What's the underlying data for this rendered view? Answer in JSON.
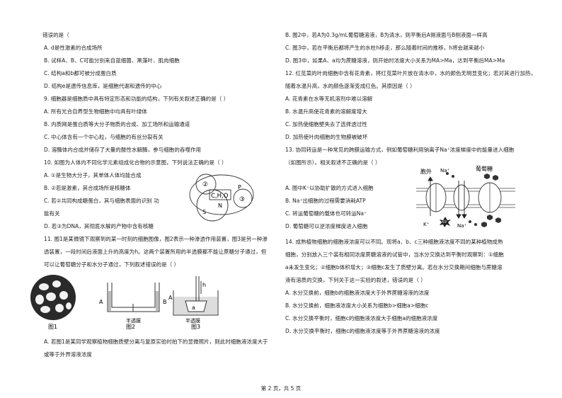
{
  "left": {
    "l01": "错误的是（",
    "l02": "A. d是性激素的合成场所",
    "l03": "B. 试样A、B、C可能分别来自蓝细菌、黑藻叶、肌肉细胞",
    "l04": "C. 结构a和b都可被分成蛋白质",
    "l05": "D. 结构e是遗传信息库，是细胞代谢和遗传的中心",
    "l06": "9. 细胞器是细胞质中具有特定形态和功能的结构，下列有关叙述正确的是（     ）",
    "l07": "A. 所有光合自养型生物细胞中均具有叶绿体",
    "l08": "B. 内质网是蛋白质等大分子物质的合成、加工场所和运输通道",
    "l09": "C. 中心体含有一个中心粒，与细胞的有丝分裂有关",
    "l10": "D. 溶酶体内合成并储存了大量的酸性水解酶，参与细胞的吞噬作用",
    "l11": "10. 如图为人体内不同化学元素组成化合物的示意图，下列说法正确的是（     ）",
    "l12": "A. ①是生物大分子，其单体人体均能合成",
    "l13": "B. ②若是激素，其合成场所是核糖体",
    "l14": "C. 若②共同构成糖蛋白，其与细胞表面的识别   功",
    "l15": "能有关",
    "l16": "D. 若③为DNA，其彻底水解的产物中含有核糖",
    "l17": "11. 图1是某微镜下观察到的某一时刻的细胞图像，图2表示一种渗透作用装置，图3是另一种渗",
    "l18": "透装置，一段时间后液面上升的高度为h。这两个装置所用的半透膜都不能让蔗糖分子通过，但",
    "l19": "可以让葡萄糖分子和水分子通过，下列叙述错误的是（     ）",
    "l20": "A. 若图1是某同学观察植物细胞质壁分离与复原实验时拍下的显微照片，则此时细胞液浓度大于",
    "l21": "或等于外界溶液浓度"
  },
  "right": {
    "r01": "B. 图2中，若A为0.3g/mL葡萄糖溶液，B为清水，则平衡后A侧液面与B侧液面一样高",
    "r02": "C. 图3中，若在平衡后都将产生的水柱h移走，那么随着时间的推移，h将会越来越小",
    "r03": "D. 图3中，如果A、a均为蔗糖溶液，则开始时浓度大小关系为MA>Ma，达到平衡后MA>Ma",
    "r04": "12. 红苋菜的叶肉细胞中含有花青素，将红苋菜叶片放在清水中，水的颜色无明显变化；若对其进行加热，",
    "r05": "随着水温升高，水的颜色逐渐变成红色。其原因是（     ）",
    "r06": "A. 花青素在水等无机溶剂中难以溶解",
    "r07": "B. 水温升高使花青素的溶解度增大",
    "r08": "C. 加热使细胞壁失去了选择透过性",
    "r09": "D. 加热使叶肉细胞的生物膜被破坏",
    "r10": "13. 协同转运是一种常见的跨膜运输方式，例如葡萄糖利用钠离子Na⁺浓度梯度中的能量进入细胞",
    "r11": "（如图所示）。相关叙述不正确的是（     ）",
    "r12": "A. 图中K⁺以协助扩散的方式进入细胞",
    "r13": "B. Na⁺出细胞的过程需要消耗ATP",
    "r14": "C. 转运葡萄糖的载体也可转运Na⁺",
    "r15": "D. 葡萄糖可以逆浓度梯度进入细胞",
    "r16": "14. 成熟植物细胞的细胞液浓度可以不同。现将a、b、c三种细胞液浓度不同的某种植物成熟",
    "r17": "细胞，分别放入三个装有相同浓度蔗糖溶液的试管中，当水分交换达到平衡时观察到：①细胞",
    "r18": "a未发生变化；②细胞b体积增大；③细胞c发生了质壁分离。若在水分交换期间细胞与蔗糖溶",
    "r19": "液有溶质的交换，下列关于这一实验的叙述，错误的是（     ）",
    "r20": "A. 水分交换前，细胞b的细胞液浓度大于外界蔗糖溶液的浓度",
    "r21": "B. 水分交换前，细胞液浓度大小关系为细胞b>细胞a>细胞c",
    "r22": "C. 水分交换平衡时，细胞c的细胞液浓度大于细胞a的细胞液浓度",
    "r23": "D. 水分交换平衡时，细胞c的细胞液浓度等于外界蔗糖溶液的浓度"
  },
  "venn": {
    "c1": "②",
    "c3": "③",
    "core": "C,H,O",
    "n": "N",
    "p": "P",
    "s": "S"
  },
  "osmo": {
    "fig1": "图1",
    "fig2": "图2",
    "fig3": "图3",
    "a": "A",
    "b": "B",
    "a2": "A",
    "a3": "a",
    "h": "h",
    "membrane": "半透膜",
    "membrane2": "半透膜"
  },
  "transport": {
    "outside": "胞外",
    "glucose": "葡萄糖",
    "na_out": "Na⁺",
    "k": "K⁺",
    "na_in": "Na⁺",
    "atp": "ATP"
  },
  "footer": "第 2 页，共 5 页"
}
